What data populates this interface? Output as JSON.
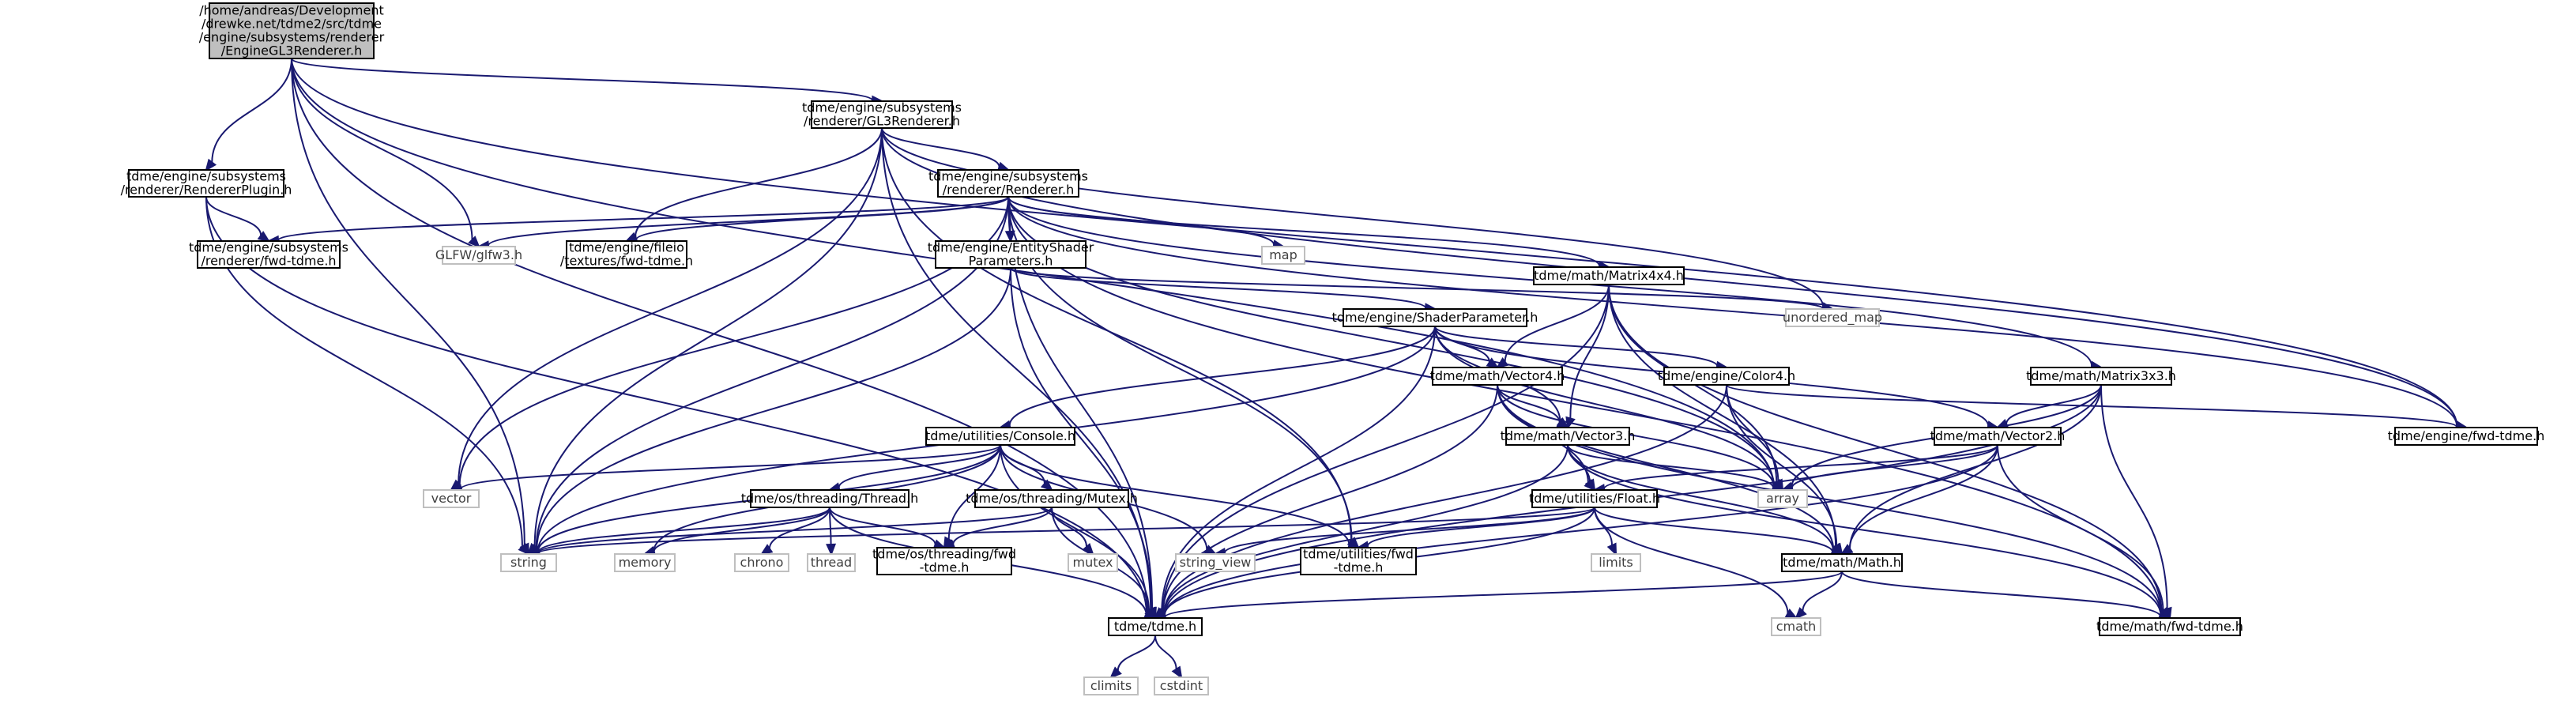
{
  "title": "",
  "colors": {
    "edge": "#191970",
    "root_fill": "#bfbfbf",
    "root_stroke": "#000000",
    "local_fill": "#ffffff",
    "local_stroke": "#000000",
    "system_stroke": "#bfbfbf",
    "system_text": "#404040",
    "text": "#000000"
  },
  "nodes": [
    {
      "id": "root",
      "kind": "root",
      "lines": [
        "/home/andreas/Development",
        "/drewke.net/tdme2/src/tdme",
        "/engine/subsystems/renderer",
        "/EngineGL3Renderer.h"
      ]
    },
    {
      "id": "gl3",
      "kind": "local",
      "lines": [
        "tdme/engine/subsystems",
        "/renderer/GL3Renderer.h"
      ]
    },
    {
      "id": "plugin",
      "kind": "local",
      "lines": [
        "tdme/engine/subsystems",
        "/renderer/RendererPlugin.h"
      ]
    },
    {
      "id": "renderer",
      "kind": "local",
      "lines": [
        "tdme/engine/subsystems",
        "/renderer/Renderer.h"
      ]
    },
    {
      "id": "rfwd",
      "kind": "local",
      "lines": [
        "tdme/engine/subsystems",
        "/renderer/fwd-tdme.h"
      ]
    },
    {
      "id": "glfw",
      "kind": "system",
      "lines": [
        "GLFW/glfw3.h"
      ]
    },
    {
      "id": "fileio",
      "kind": "local",
      "lines": [
        "tdme/engine/fileio",
        "/textures/fwd-tdme.h"
      ]
    },
    {
      "id": "map",
      "kind": "system",
      "lines": [
        "map"
      ]
    },
    {
      "id": "esp",
      "kind": "local",
      "lines": [
        "tdme/engine/EntityShader",
        "Parameters.h"
      ]
    },
    {
      "id": "umap",
      "kind": "system",
      "lines": [
        "unordered_map"
      ]
    },
    {
      "id": "sp",
      "kind": "local",
      "lines": [
        "tdme/engine/ShaderParameter.h"
      ]
    },
    {
      "id": "m44",
      "kind": "local",
      "lines": [
        "tdme/math/Matrix4x4.h"
      ]
    },
    {
      "id": "m33",
      "kind": "local",
      "lines": [
        "tdme/math/Matrix3x3.h"
      ]
    },
    {
      "id": "efwd",
      "kind": "local",
      "lines": [
        "tdme/engine/fwd-tdme.h"
      ]
    },
    {
      "id": "v4",
      "kind": "local",
      "lines": [
        "tdme/math/Vector4.h"
      ]
    },
    {
      "id": "c4",
      "kind": "local",
      "lines": [
        "tdme/engine/Color4.h"
      ]
    },
    {
      "id": "v3",
      "kind": "local",
      "lines": [
        "tdme/math/Vector3.h"
      ]
    },
    {
      "id": "v2",
      "kind": "local",
      "lines": [
        "tdme/math/Vector2.h"
      ]
    },
    {
      "id": "console",
      "kind": "local",
      "lines": [
        "tdme/utilities/Console.h"
      ]
    },
    {
      "id": "vector",
      "kind": "system",
      "lines": [
        "vector"
      ]
    },
    {
      "id": "array",
      "kind": "system",
      "lines": [
        "array"
      ]
    },
    {
      "id": "thread",
      "kind": "local",
      "lines": [
        "tdme/os/threading/Thread.h"
      ]
    },
    {
      "id": "mutex",
      "kind": "local",
      "lines": [
        "tdme/os/threading/Mutex.h"
      ]
    },
    {
      "id": "float",
      "kind": "local",
      "lines": [
        "tdme/utilities/Float.h"
      ]
    },
    {
      "id": "string",
      "kind": "system",
      "lines": [
        "string"
      ]
    },
    {
      "id": "memory",
      "kind": "system",
      "lines": [
        "memory"
      ]
    },
    {
      "id": "chrono",
      "kind": "system",
      "lines": [
        "chrono"
      ]
    },
    {
      "id": "threadh",
      "kind": "system",
      "lines": [
        "thread"
      ]
    },
    {
      "id": "thfwd",
      "kind": "local",
      "lines": [
        "tdme/os/threading/fwd",
        "-tdme.h"
      ]
    },
    {
      "id": "mutexh",
      "kind": "system",
      "lines": [
        "mutex"
      ]
    },
    {
      "id": "sview",
      "kind": "system",
      "lines": [
        "string_view"
      ]
    },
    {
      "id": "ufwd",
      "kind": "local",
      "lines": [
        "tdme/utilities/fwd",
        "-tdme.h"
      ]
    },
    {
      "id": "limits",
      "kind": "system",
      "lines": [
        "limits"
      ]
    },
    {
      "id": "mathh",
      "kind": "local",
      "lines": [
        "tdme/math/Math.h"
      ]
    },
    {
      "id": "tdme",
      "kind": "local",
      "lines": [
        "tdme/tdme.h"
      ]
    },
    {
      "id": "cmath",
      "kind": "system",
      "lines": [
        "cmath"
      ]
    },
    {
      "id": "mfwd",
      "kind": "local",
      "lines": [
        "tdme/math/fwd-tdme.h"
      ]
    },
    {
      "id": "climits",
      "kind": "system",
      "lines": [
        "climits"
      ]
    },
    {
      "id": "cstdint",
      "kind": "system",
      "lines": [
        "cstdint"
      ]
    }
  ],
  "edges": [
    [
      "root",
      "gl3"
    ],
    [
      "root",
      "plugin"
    ],
    [
      "root",
      "glfw"
    ],
    [
      "root",
      "string"
    ],
    [
      "root",
      "tdme"
    ],
    [
      "root",
      "efwd"
    ],
    [
      "root",
      "array"
    ],
    [
      "gl3",
      "renderer"
    ],
    [
      "gl3",
      "tdme"
    ],
    [
      "gl3",
      "string"
    ],
    [
      "gl3",
      "vector"
    ],
    [
      "gl3",
      "fileio"
    ],
    [
      "gl3",
      "ufwd"
    ],
    [
      "gl3",
      "umap"
    ],
    [
      "gl3",
      "efwd"
    ],
    [
      "plugin",
      "rfwd"
    ],
    [
      "plugin",
      "string"
    ],
    [
      "plugin",
      "tdme"
    ],
    [
      "renderer",
      "rfwd"
    ],
    [
      "renderer",
      "glfw"
    ],
    [
      "renderer",
      "fileio"
    ],
    [
      "renderer",
      "map"
    ],
    [
      "renderer",
      "esp"
    ],
    [
      "renderer",
      "m44"
    ],
    [
      "renderer",
      "m33"
    ],
    [
      "renderer",
      "efwd"
    ],
    [
      "renderer",
      "vector"
    ],
    [
      "renderer",
      "string"
    ],
    [
      "renderer",
      "tdme"
    ],
    [
      "renderer",
      "ufwd"
    ],
    [
      "renderer",
      "array"
    ],
    [
      "renderer",
      "mfwd"
    ],
    [
      "esp",
      "sp"
    ],
    [
      "esp",
      "umap"
    ],
    [
      "esp",
      "string"
    ],
    [
      "esp",
      "tdme"
    ],
    [
      "sp",
      "console"
    ],
    [
      "sp",
      "v4"
    ],
    [
      "sp",
      "v3"
    ],
    [
      "sp",
      "v2"
    ],
    [
      "sp",
      "c4"
    ],
    [
      "sp",
      "array"
    ],
    [
      "sp",
      "string"
    ],
    [
      "sp",
      "tdme"
    ],
    [
      "m44",
      "v4"
    ],
    [
      "m44",
      "v3"
    ],
    [
      "m44",
      "mathh"
    ],
    [
      "m44",
      "array"
    ],
    [
      "m44",
      "mfwd"
    ],
    [
      "m44",
      "tdme"
    ],
    [
      "m33",
      "v2"
    ],
    [
      "m33",
      "mathh"
    ],
    [
      "m33",
      "array"
    ],
    [
      "m33",
      "mfwd"
    ],
    [
      "m33",
      "tdme"
    ],
    [
      "v4",
      "v3"
    ],
    [
      "v4",
      "mathh"
    ],
    [
      "v4",
      "array"
    ],
    [
      "v4",
      "float"
    ],
    [
      "v4",
      "tdme"
    ],
    [
      "v4",
      "mfwd"
    ],
    [
      "c4",
      "array"
    ],
    [
      "c4",
      "mathh"
    ],
    [
      "c4",
      "efwd"
    ],
    [
      "c4",
      "tdme"
    ],
    [
      "v3",
      "float"
    ],
    [
      "v3",
      "mathh"
    ],
    [
      "v3",
      "array"
    ],
    [
      "v3",
      "tdme"
    ],
    [
      "v3",
      "mfwd"
    ],
    [
      "v2",
      "float"
    ],
    [
      "v2",
      "mathh"
    ],
    [
      "v2",
      "array"
    ],
    [
      "v2",
      "tdme"
    ],
    [
      "v2",
      "mfwd"
    ],
    [
      "console",
      "vector"
    ],
    [
      "console",
      "string"
    ],
    [
      "console",
      "memory"
    ],
    [
      "console",
      "thread"
    ],
    [
      "console",
      "mutex"
    ],
    [
      "console",
      "sview"
    ],
    [
      "console",
      "ufwd"
    ],
    [
      "console",
      "tdme"
    ],
    [
      "console",
      "thfwd"
    ],
    [
      "thread",
      "string"
    ],
    [
      "thread",
      "memory"
    ],
    [
      "thread",
      "chrono"
    ],
    [
      "thread",
      "threadh"
    ],
    [
      "thread",
      "thfwd"
    ],
    [
      "thread",
      "tdme"
    ],
    [
      "mutex",
      "mutexh"
    ],
    [
      "mutex",
      "thfwd"
    ],
    [
      "mutex",
      "tdme"
    ],
    [
      "mutex",
      "string"
    ],
    [
      "float",
      "string"
    ],
    [
      "float",
      "sview"
    ],
    [
      "float",
      "ufwd"
    ],
    [
      "float",
      "limits"
    ],
    [
      "float",
      "mathh"
    ],
    [
      "float",
      "cmath"
    ],
    [
      "float",
      "tdme"
    ],
    [
      "mathh",
      "cmath"
    ],
    [
      "mathh",
      "tdme"
    ],
    [
      "mathh",
      "mfwd"
    ],
    [
      "tdme",
      "climits"
    ],
    [
      "tdme",
      "cstdint"
    ]
  ]
}
